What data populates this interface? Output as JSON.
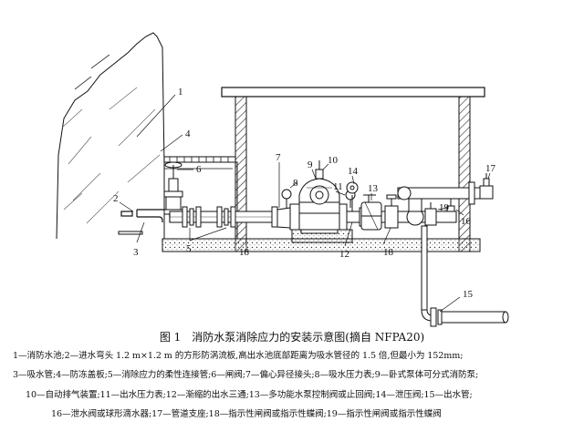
{
  "figure": {
    "labels": [
      "1",
      "2",
      "3",
      "4",
      "5",
      "6",
      "7",
      "8",
      "9",
      "10",
      "11",
      "12",
      "13",
      "14",
      "15",
      "16",
      "17",
      "18",
      "18",
      "19"
    ]
  },
  "caption": "图 1　消防水泵消除应力的安装示意图(摘自 NFPA20)",
  "legend": [
    "1—消防水池;2—进水弯头 1.2 m×1.2 m 的方形防涡流板,高出水池底部距离为吸水管径的 1.5 倍,但最小为 152mm;",
    "3—吸水管;4—防冻盖板;5—消除应力的柔性连接管;6—闸阀;7—偏心异径接头;8—吸水压力表;9—卧式泵体可分式消防泵;",
    "10—自动排气装置;11—出水压力表;12—渐缩的出水三通;13—多功能水泵控制阀或止回阀;14—泄压阀;15—出水管;",
    "16—泄水阀或球形滴水器;17—管道支座;18—指示性闸阀或指示性蝶阀;19—指示性闸阀或指示性蝶阀"
  ]
}
